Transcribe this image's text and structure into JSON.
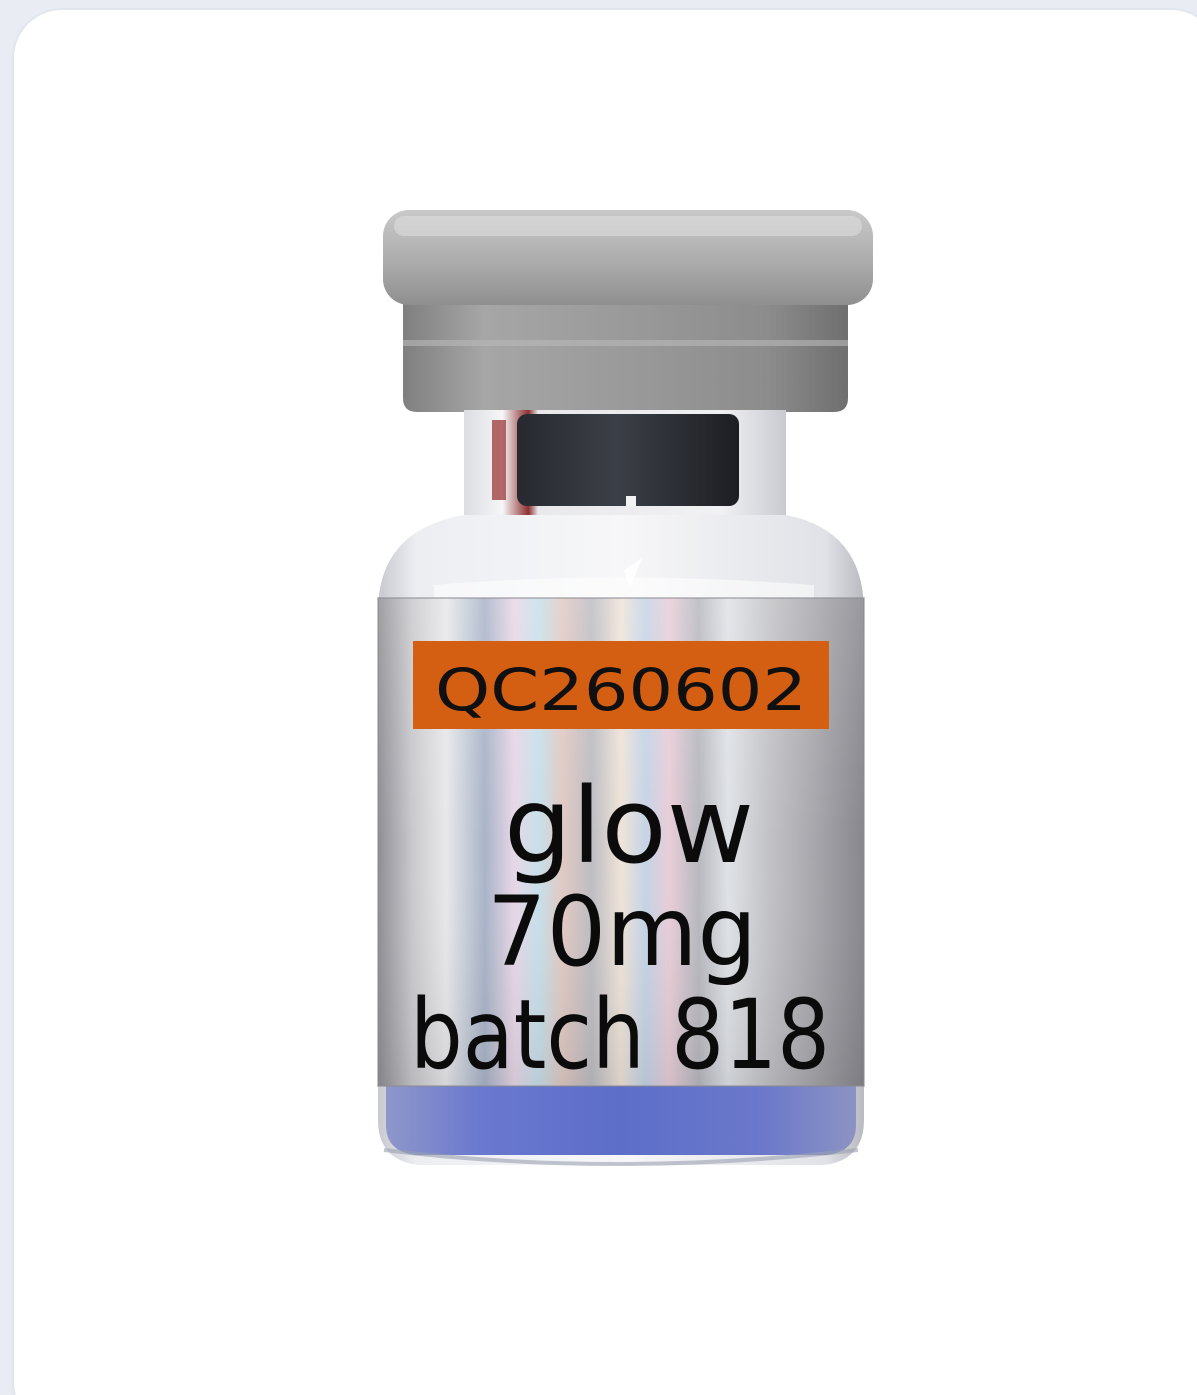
{
  "product_card": {
    "vial": {
      "lot_code": "QC260602",
      "product_name": "glow",
      "dose": "70mg",
      "batch": "batch 818"
    },
    "colors": {
      "card_background": "#ffffff",
      "cap_gray": "#a9a9a9",
      "lot_badge_orange": "#d45f12",
      "label_silver": "#c8c8cc",
      "powder_blue": "#5e6fc8"
    }
  }
}
